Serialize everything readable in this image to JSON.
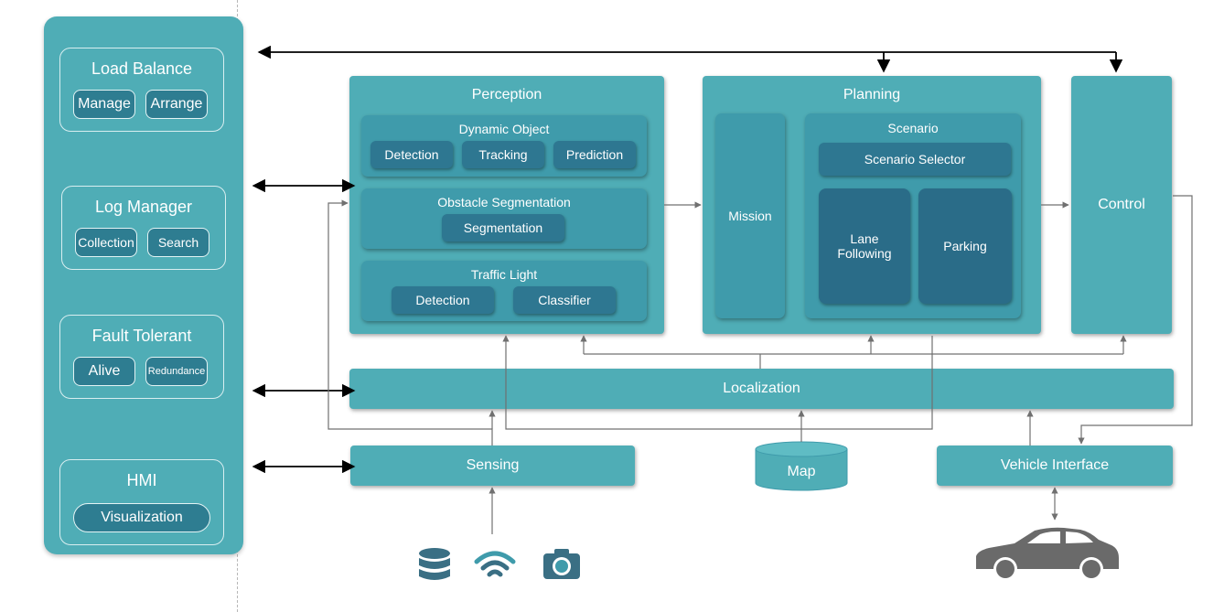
{
  "left": {
    "load_balance": {
      "title": "Load Balance",
      "btn1": "Manage",
      "btn2": "Arrange"
    },
    "log_manager": {
      "title": "Log Manager",
      "btn1": "Collection",
      "btn2": "Search"
    },
    "fault_tolerant": {
      "title": "Fault Tolerant",
      "btn1": "Alive",
      "btn2": "Redundance"
    },
    "hmi": {
      "title": "HMI",
      "btn1": "Visualization"
    }
  },
  "perception": {
    "title": "Perception",
    "dynamic_object": {
      "title": "Dynamic Object",
      "items": [
        "Detection",
        "Tracking",
        "Prediction"
      ]
    },
    "obstacle_segmentation": {
      "title": "Obstacle Segmentation",
      "items": [
        "Segmentation"
      ]
    },
    "traffic_light": {
      "title": "Traffic Light",
      "items": [
        "Detection",
        "Classifier"
      ]
    }
  },
  "planning": {
    "title": "Planning",
    "mission": "Mission",
    "scenario": {
      "title": "Scenario",
      "selector": "Scenario Selector",
      "lane_following": "Lane Following",
      "parking": "Parking"
    }
  },
  "control": "Control",
  "localization": "Localization",
  "sensing": "Sensing",
  "map": "Map",
  "vehicle_interface": "Vehicle Interface",
  "icons": [
    "database-icon",
    "wifi-icon",
    "camera-icon",
    "car-icon"
  ],
  "colors": {
    "block": "#4fadb6",
    "sub_block": "#3f9bab",
    "chip": "#2e7791",
    "dark_chip": "#2a6c88",
    "icon": "#3a6f84",
    "car": "#6a6a6a"
  }
}
